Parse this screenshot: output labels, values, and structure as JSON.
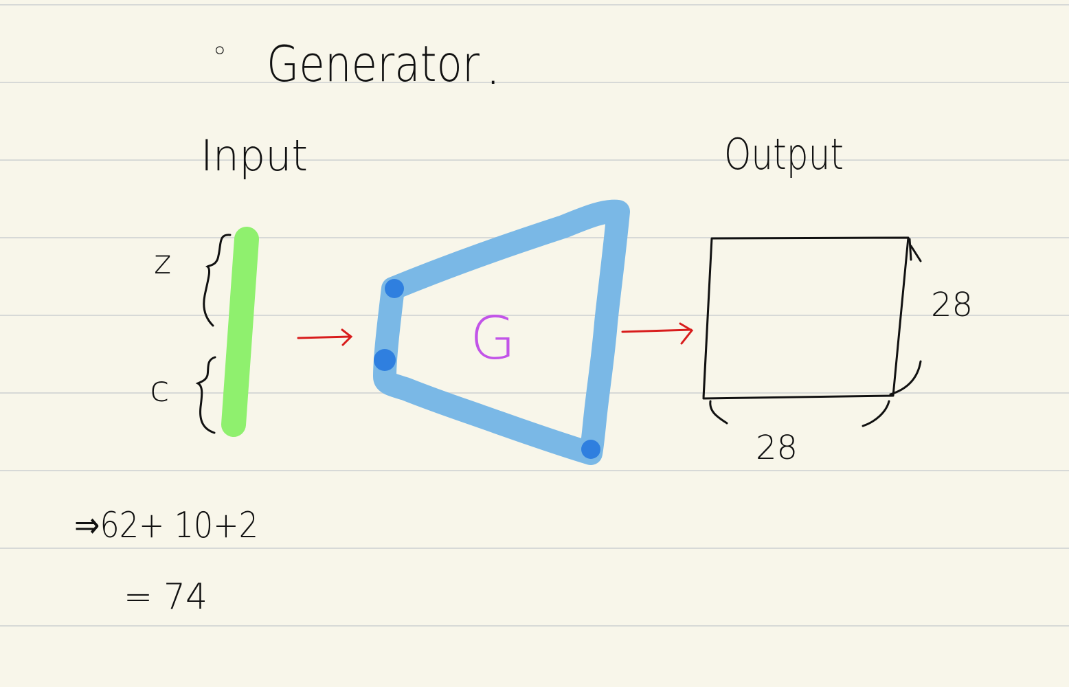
{
  "title": {
    "bullet": "◦",
    "text": "Generator",
    "dot": "."
  },
  "input": {
    "heading": "Input",
    "z_label": "z",
    "c_label": "c",
    "bar_color": "#8ff06e"
  },
  "generator": {
    "label": "G",
    "label_color": "#c254e8",
    "shape_color": "#7ab8e6",
    "corner_color": "#2f7fdf"
  },
  "output": {
    "heading": "Output",
    "height_label": "28",
    "width_label": "28"
  },
  "arrows": {
    "color": "#d81c1c"
  },
  "calculation": {
    "line1": "⇒62+ 10+2",
    "line2": "= 74"
  }
}
